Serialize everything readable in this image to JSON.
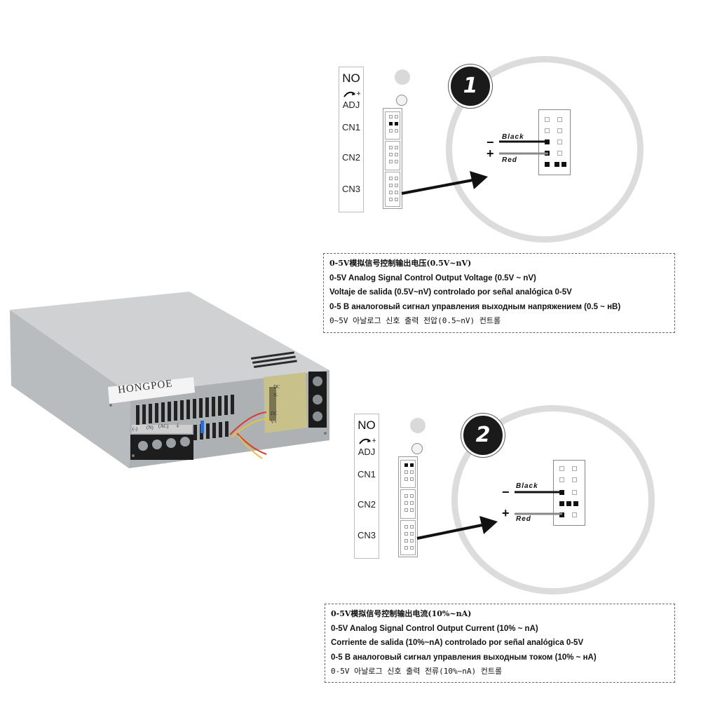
{
  "panel_top": {
    "strip": {
      "no": "NO",
      "adj": "ADJ",
      "cn1": "CN1",
      "cn2": "CN2",
      "cn3": "CN3"
    },
    "badge": "1",
    "wire_black": "Black",
    "wire_red": "Red",
    "minus": "−",
    "plus": "+"
  },
  "panel_bottom": {
    "strip": {
      "no": "NO",
      "adj": "ADJ",
      "cn1": "CN1",
      "cn2": "CN2",
      "cn3": "CN3"
    },
    "badge": "2",
    "wire_black": "Black",
    "wire_red": "Red",
    "minus": "−",
    "plus": "+"
  },
  "voltage_box": {
    "zh": "0-5V模拟信号控制输出电压(0.5V~nV)",
    "en": "0-5V Analog Signal Control Output Voltage (0.5V ~ nV)",
    "es": "Voltaje de salida (0.5V~nV) controlado por señal analógica 0-5V",
    "ru": "0-5 В аналоговый сигнал управления выходным напряжением (0.5 ~ нВ)",
    "ko": "0~5V 아날로그 신호 출력 전압(0.5~nV) 컨트롤"
  },
  "current_box": {
    "zh": "0-5V模拟信号控制输出电流(10%~nA)",
    "en": "0-5V Analog Signal Control Output Current (10% ~ nA)",
    "es": "Corriente de salida (10%~nA) controlado por señal analógica 0-5V",
    "ru": "0-5 В аналоговый сигнал управления выходным током (10% ~ нА)",
    "ko": "0-5V 아날로그 신호 출력 전류(10%~nA) 컨트롤"
  },
  "product": {
    "brand": "HONGPOE",
    "terminals": [
      "(-)",
      "(N)",
      "(AC)",
      "⏚"
    ],
    "dc_labels": [
      "DC",
      "V-",
      "DC",
      "V+"
    ],
    "colors": {
      "body": "#c9cbcd",
      "front": "#b4b7ba",
      "board": "#c8c28a"
    }
  }
}
